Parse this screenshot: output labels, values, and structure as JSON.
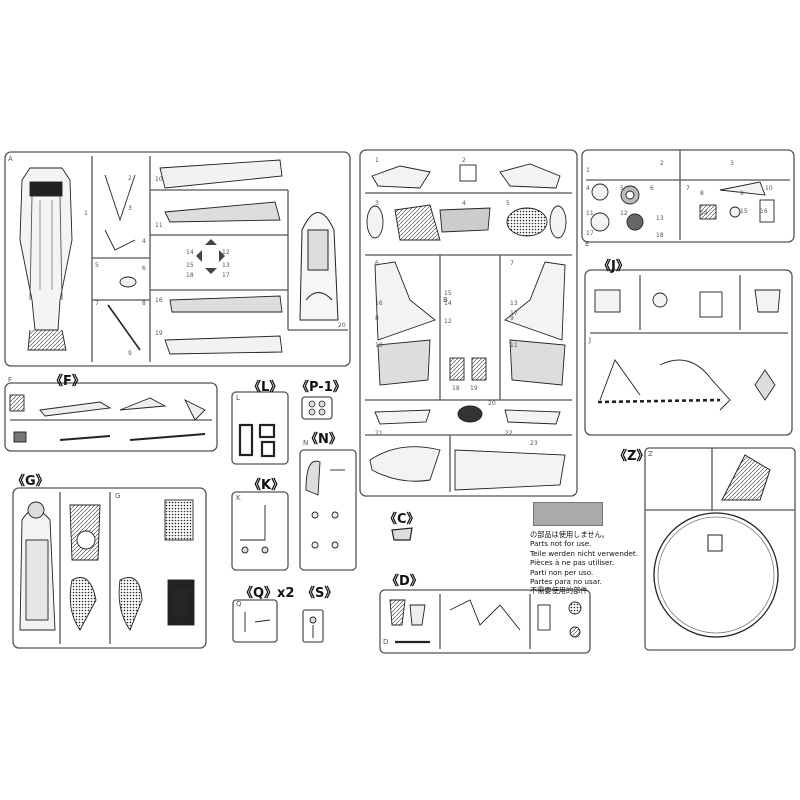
{
  "sheet_labels": {
    "F": "《F》",
    "G": "《G》",
    "L": "《L》",
    "P1": "《P-1》",
    "N": "《N》",
    "K": "《K》",
    "C": "《C》",
    "Q": "《Q》x2",
    "S": "《S》",
    "D": "《D》",
    "J": "《J》",
    "Z": "《Z》"
  },
  "frame_letters": {
    "A": "A",
    "B": "B",
    "F": "F",
    "G": "G",
    "L": "L",
    "N": "N",
    "K": "K",
    "Q": "Q",
    "D": "D",
    "J": "J",
    "E": "E",
    "Z": "Z"
  },
  "notice": {
    "lines": [
      "の部品は使用しません。",
      "Parts not for use.",
      "Teile werden nicht verwendet.",
      "Pièces à ne pas utiliser.",
      "Parti non per uso.",
      "Partes para no usar.",
      "不需要使用的部件"
    ]
  },
  "part_numbers": {
    "A": [
      "1",
      "2",
      "3",
      "4",
      "5",
      "6",
      "7",
      "8",
      "9",
      "10",
      "11",
      "12",
      "13",
      "14",
      "15",
      "16",
      "17",
      "18",
      "19",
      "20"
    ],
    "B": [
      "1",
      "2",
      "3",
      "4",
      "5",
      "6",
      "7",
      "8",
      "9",
      "10",
      "11",
      "12",
      "13",
      "14",
      "15",
      "16",
      "17",
      "18",
      "19",
      "20",
      "21",
      "22",
      "23"
    ],
    "E": [
      "1",
      "2",
      "3",
      "4",
      "5",
      "6",
      "7",
      "8",
      "9",
      "10",
      "11",
      "12",
      "13",
      "14",
      "15",
      "16",
      "17",
      "18"
    ]
  }
}
